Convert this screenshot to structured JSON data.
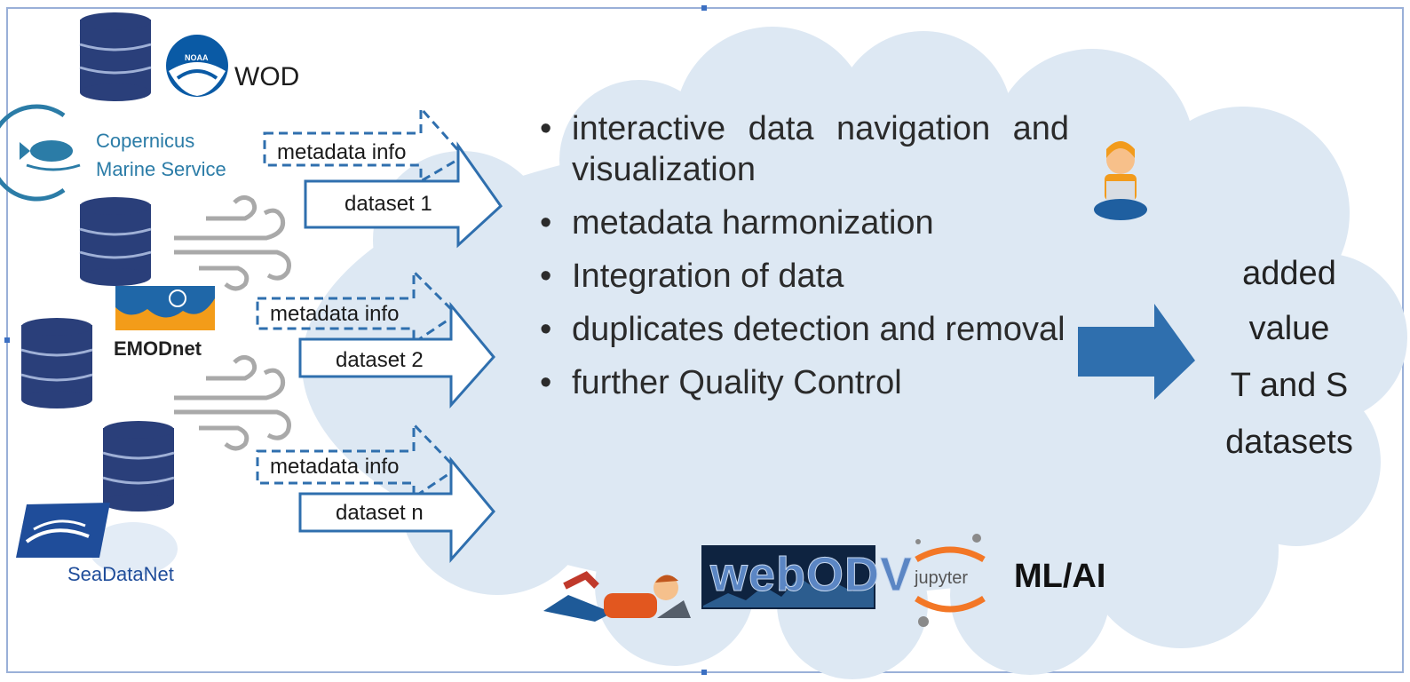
{
  "sources": {
    "wod": "WOD",
    "copernicus_line1": "Copernicus",
    "copernicus_line2": "Marine Service",
    "emodnet": "EMODnet",
    "seadatanet": "SeaDataNet",
    "noaa": "NOAA"
  },
  "arrows": [
    {
      "metadata": "metadata info",
      "dataset": "dataset 1"
    },
    {
      "metadata": "metadata info",
      "dataset": "dataset 2"
    },
    {
      "metadata": "metadata info",
      "dataset": "dataset n"
    }
  ],
  "features": [
    "interactive data navigation and visualization",
    "metadata harmonization",
    "Integration of data",
    "duplicates detection and removal",
    "further Quality Control"
  ],
  "tools": {
    "webodv": "webODV",
    "jupyter": "jupyter",
    "mlai": "ML/AI"
  },
  "output": {
    "line1": "added",
    "line2": "value",
    "line3": "T and S",
    "line4": "datasets"
  },
  "colors": {
    "cloud": "#dde8f3",
    "arrow_stroke": "#2f6fae",
    "big_arrow": "#2f6fae",
    "db_blue": "#2a3f7a",
    "noaa_blue": "#0a5aa5",
    "copernicus": "#2b7ca7",
    "emodnet_orange": "#f39c19"
  }
}
